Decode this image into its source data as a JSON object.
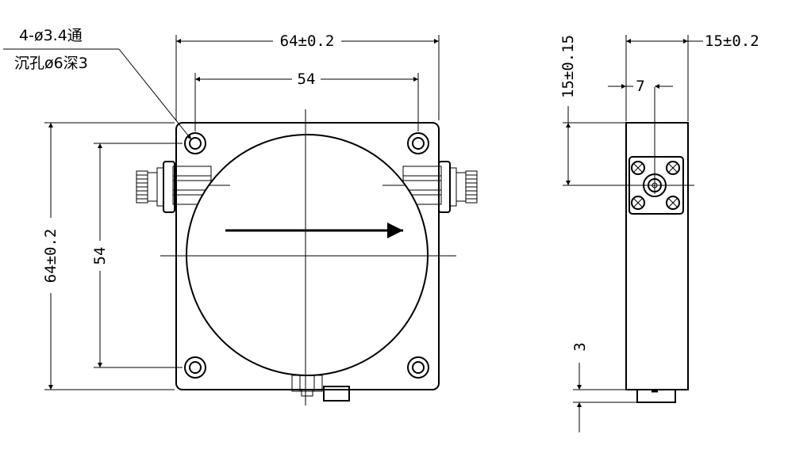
{
  "front_view": {
    "hole_note_line1": "4-ø3.4通",
    "hole_note_line2": "沉孔ø6深3",
    "width_dim": "64±0.2",
    "hole_spacing_horizontal": "54",
    "height_dim": "64±0.2",
    "hole_spacing_vertical": "54"
  },
  "side_view": {
    "depth_dim": "15±0.2",
    "connector_height_dim": "15±0.15",
    "connector_offset_dim": "7",
    "base_step_dim": "3"
  }
}
